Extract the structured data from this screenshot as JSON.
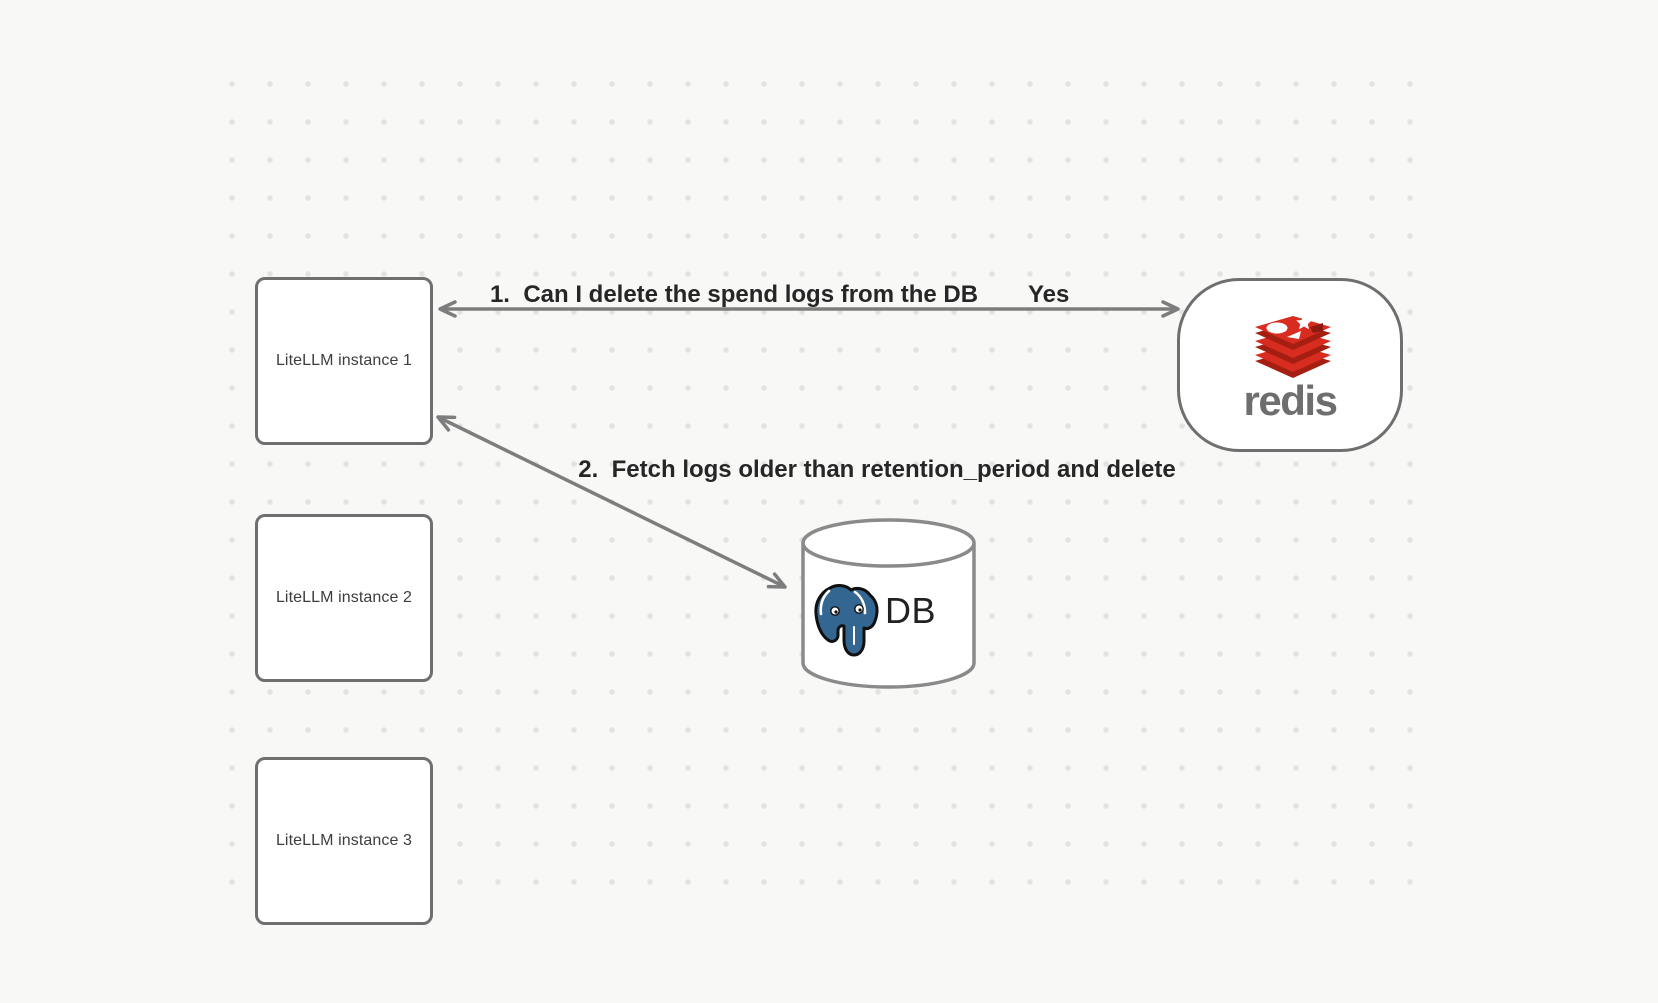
{
  "colors": {
    "bg": "#f8f8f7",
    "dot": "#e4e3e1",
    "node-border": "#6f6f6f",
    "arrow": "#7d7d7d",
    "label": "#262626",
    "node-text": "#3d3d3d",
    "redis-red": "#d82c20",
    "redis-dark-red": "#a41e11",
    "redis-text": "#6e6e6e",
    "postgres-blue": "#336791",
    "db-text": "#212121",
    "cylinder-border": "#8a8a8a"
  },
  "nodes": {
    "instances": [
      {
        "label": "LiteLLM instance 1"
      },
      {
        "label": "LiteLLM instance 2"
      },
      {
        "label": "LiteLLM instance 3"
      }
    ],
    "redis": {
      "label": "redis"
    },
    "db": {
      "label": "DB"
    }
  },
  "edges": {
    "redis_query": {
      "label": "1.  Can I delete the spend logs from the DB",
      "response": "Yes"
    },
    "db_fetch": {
      "label": "2.  Fetch logs older than retention_period and delete"
    }
  }
}
